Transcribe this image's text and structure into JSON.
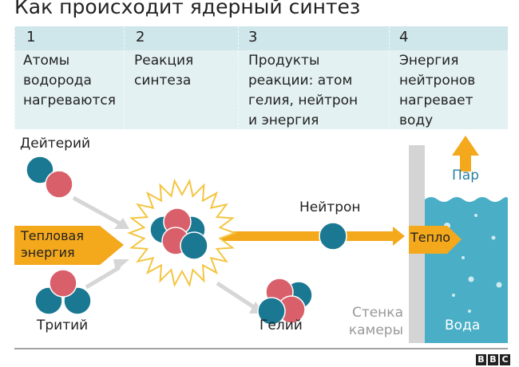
{
  "title": "Как происходит ядерный синтез",
  "steps": [
    {
      "num": "1",
      "text": "Атомы водорода нагреваются"
    },
    {
      "num": "2",
      "text": "Реакция синтеза"
    },
    {
      "num": "3",
      "text": "Продукты реакции: атом гелия, нейтрон и энергия"
    },
    {
      "num": "4",
      "text": "Энергия нейтронов нагревает воду"
    }
  ],
  "labels": {
    "deuterium": "Дейтерий",
    "tritium": "Тритий",
    "thermal_energy": "Тепловая энергия",
    "neutron": "Нейтрон",
    "helium": "Гелий",
    "heat": "Тепло",
    "steam": "Пар",
    "water": "Вода",
    "chamber_wall": "Стенка камеры"
  },
  "logo": "BBC",
  "colors": {
    "proton": "#d9606b",
    "neutron": "#1a7892",
    "energy": "#f4a81c",
    "water": "#4aaec6",
    "header": "#cfe6ea",
    "body": "#e4f1f3",
    "wall": "#d4d4d4"
  }
}
